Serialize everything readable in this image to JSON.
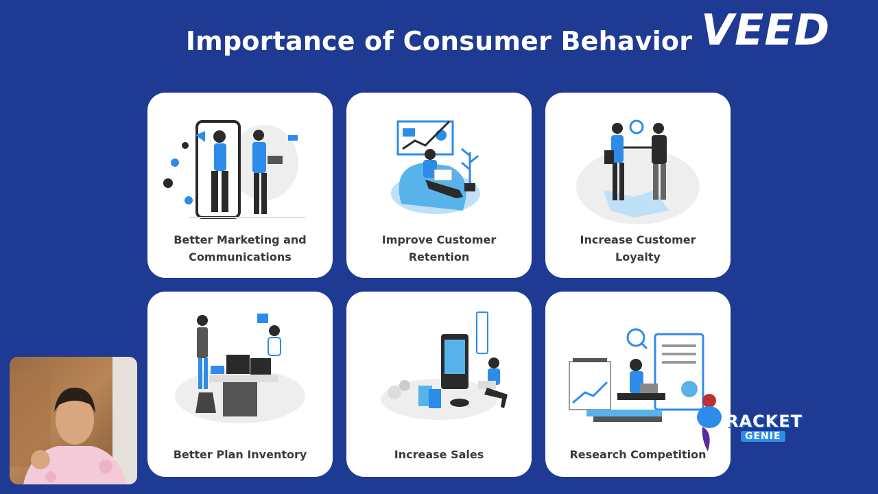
{
  "slide": {
    "title": "Importance of Consumer Behavior"
  },
  "brand_logo": {
    "text": "VEED"
  },
  "cards": [
    {
      "label_line1": "Better Marketing and",
      "label_line2": "Communications"
    },
    {
      "label_line1": "Improve Customer",
      "label_line2": "Retention"
    },
    {
      "label_line1": "Increase Customer",
      "label_line2": "Loyalty"
    },
    {
      "label_line1": "Better Plan Inventory",
      "label_line2": ""
    },
    {
      "label_line1": "Increase Sales",
      "label_line2": ""
    },
    {
      "label_line1": "Research Competition",
      "label_line2": ""
    }
  ],
  "watermark": {
    "line1": "RACKET",
    "line2": "GENIE"
  },
  "colors": {
    "background": "#1f3a93",
    "card": "#ffffff",
    "accent": "#2d8bea"
  }
}
